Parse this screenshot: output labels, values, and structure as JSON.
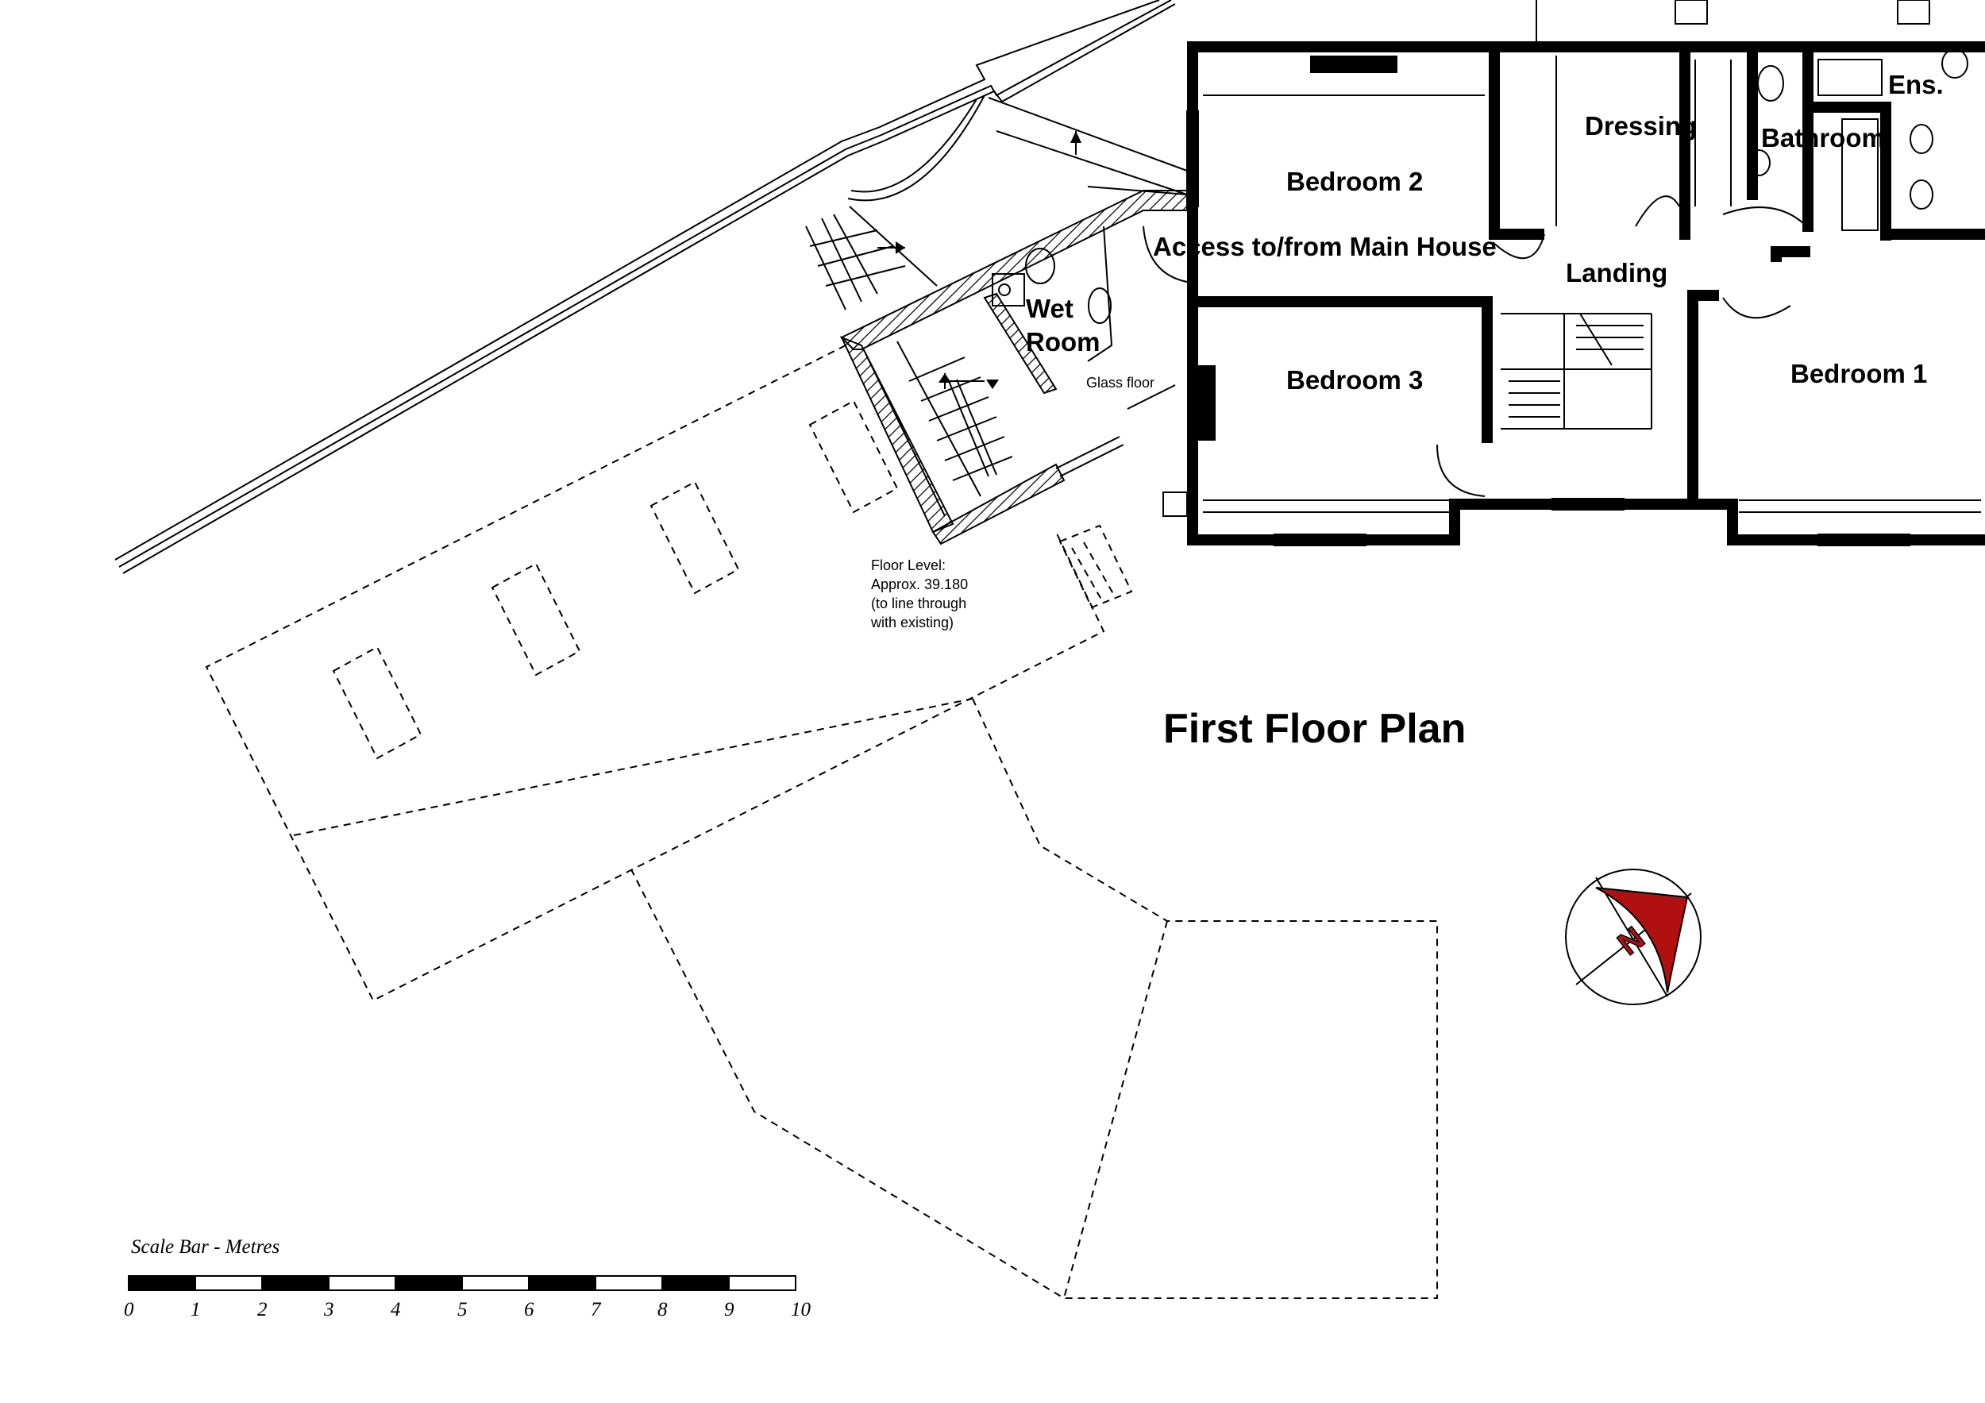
{
  "drawing": {
    "title": "First Floor Plan",
    "rooms": {
      "bedroom_2": "Bedroom 2",
      "access": "Access to/from Main House",
      "dressing": "Dressing",
      "bathroom": "Bathroom",
      "ensuite": "Ens.",
      "landing": "Landing",
      "wet_room_1": "Wet",
      "wet_room_2": "Room",
      "bedroom_3": "Bedroom 3",
      "bedroom_1": "Bedroom 1"
    },
    "notes": {
      "glass_floor": "Glass floor",
      "floor_level": [
        "Floor Level:",
        "Approx. 39.180",
        "(to line through",
        "with existing)"
      ]
    },
    "north_arrow": {
      "letter": "N",
      "icon": "north-arrow-icon",
      "color": "#b01010"
    },
    "scale_bar": {
      "title": "Scale Bar - Metres",
      "ticks": [
        "0",
        "1",
        "2",
        "3",
        "4",
        "5",
        "6",
        "7",
        "8",
        "9",
        "10"
      ]
    }
  }
}
